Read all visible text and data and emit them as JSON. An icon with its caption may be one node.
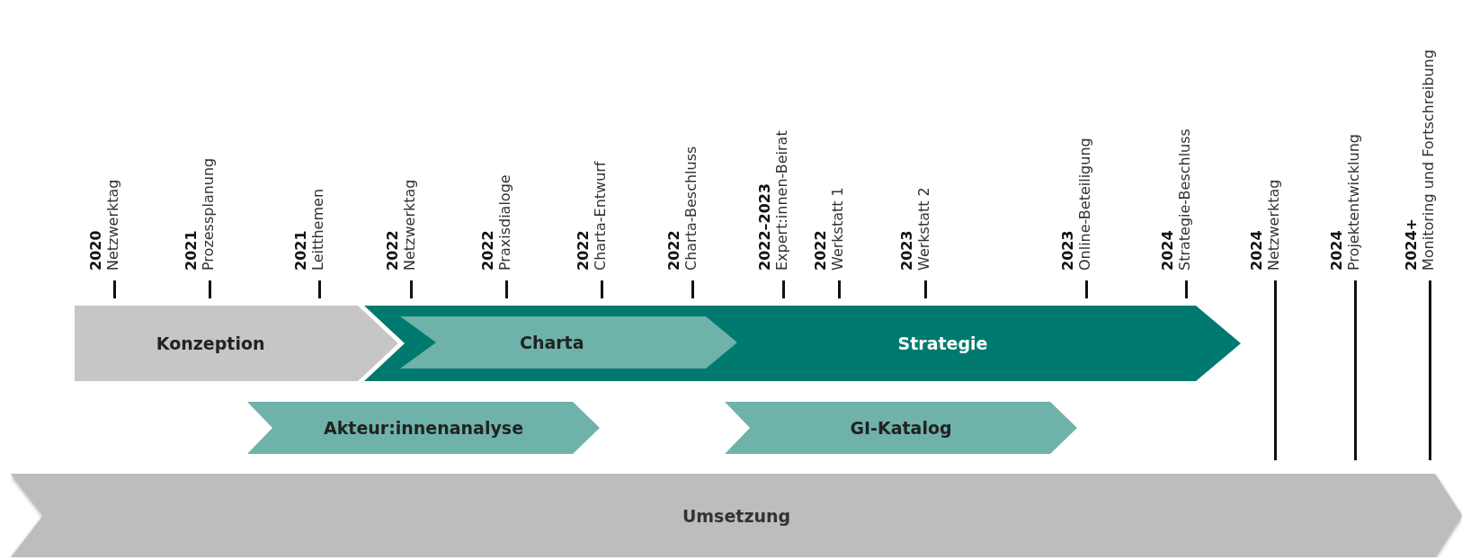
{
  "diagram": {
    "nodes": [
      {
        "text": [
          "2020",
          "Netzwerktag"
        ]
      },
      {
        "text": [
          "2021",
          "Prozessplanung"
        ]
      },
      {
        "text": [
          "2021",
          "Leitthemen"
        ]
      },
      {
        "text": [
          "2022",
          "Netzwerktag"
        ]
      },
      {
        "text": [
          "2022",
          "Praxisdialoge"
        ]
      },
      {
        "text": [
          "2022",
          "Charta-Entwurf"
        ]
      },
      {
        "text": [
          "2022",
          "Charta-Beschluss"
        ]
      },
      {
        "text": [
          "2022–2023",
          "Expert:innen-Beirat"
        ]
      },
      {
        "text": [
          "2022",
          "Werkstatt 1"
        ]
      },
      {
        "text": [
          "2023",
          "Werkstatt 2"
        ]
      },
      {
        "text": [
          "2023",
          "Online-Beteiligung"
        ]
      },
      {
        "text": [
          "2024",
          "Strategie-Beschluss"
        ]
      },
      {
        "text": [
          "2024",
          "Netzwerktag"
        ]
      },
      {
        "text": [
          "2024",
          "Projektentwicklung"
        ]
      },
      {
        "text": [
          "2024+",
          "Monitoring und Fortschreibung"
        ]
      },
      {
        "text": [
          "Konzeption"
        ]
      },
      {
        "text": [
          "Strategie"
        ]
      },
      {
        "text": [
          "Charta"
        ],
        "in": 16
      },
      {
        "text": [
          "Akteur:innenanalyse"
        ]
      },
      {
        "text": [
          "GI-Katalog"
        ]
      },
      {
        "text": [
          "Umsetzung"
        ]
      }
    ],
    "edges": []
  }
}
